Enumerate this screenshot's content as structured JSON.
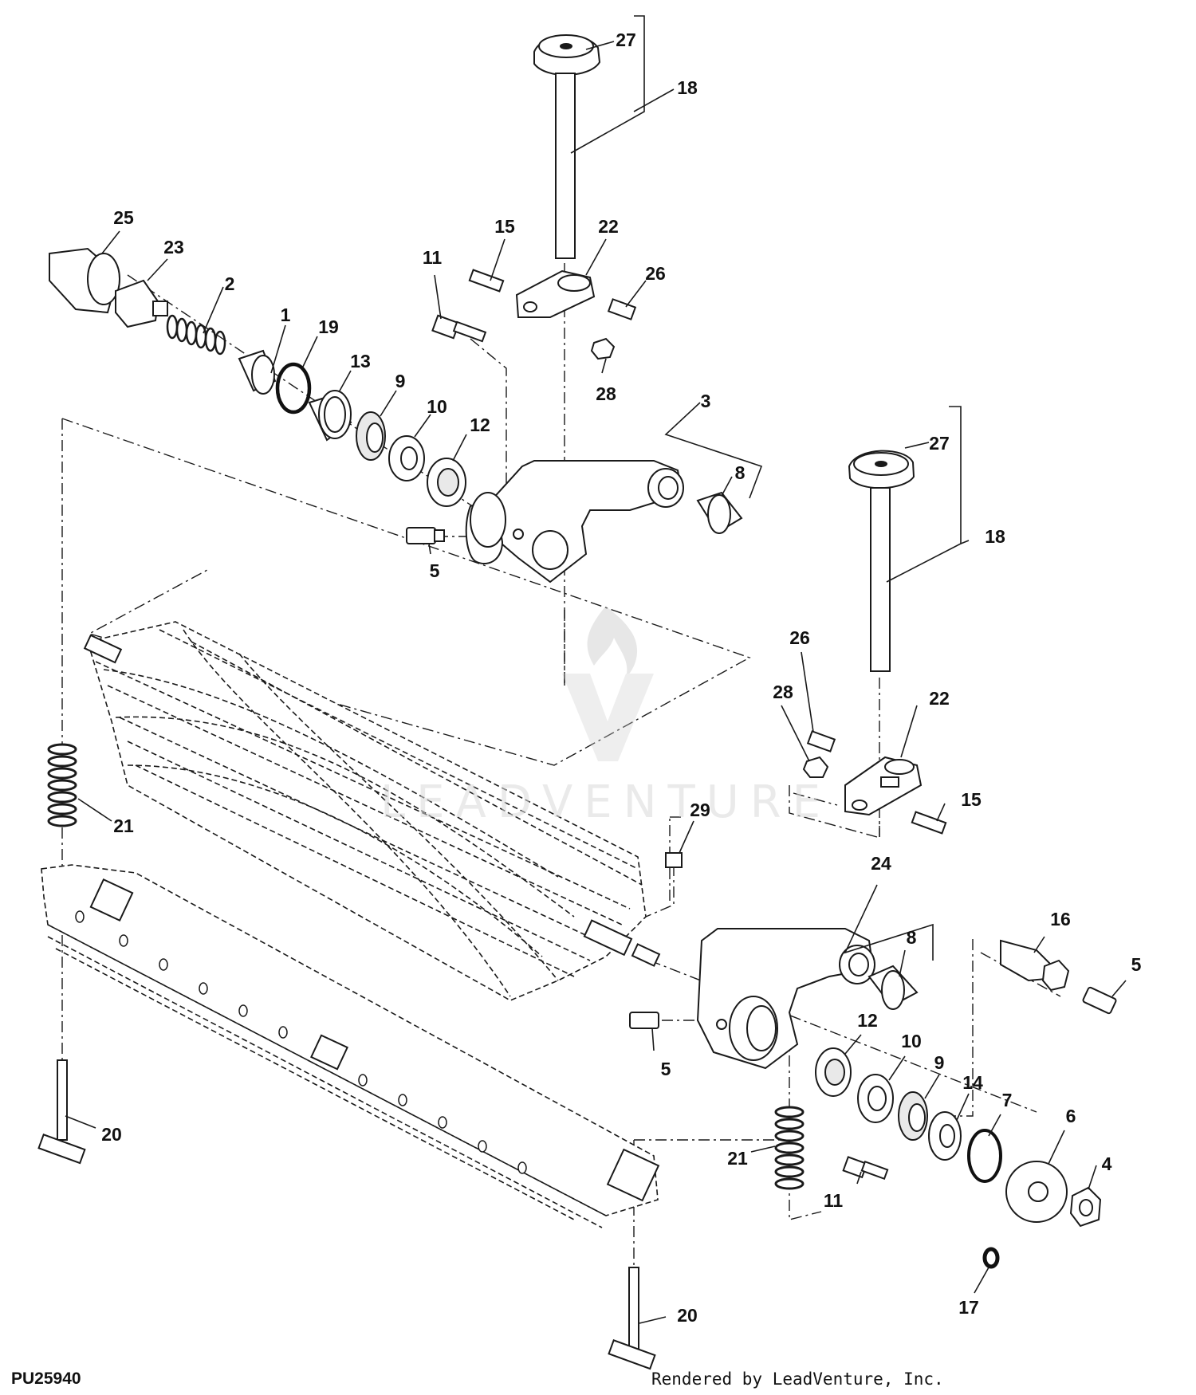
{
  "diagram": {
    "drawing_code": "PU25940",
    "credit": "Rendered by LeadVenture, Inc.",
    "watermark": "LEADVENTURE"
  },
  "callouts": [
    {
      "id": "c27a",
      "text": "27"
    },
    {
      "id": "c18a",
      "text": "18"
    },
    {
      "id": "c25",
      "text": "25"
    },
    {
      "id": "c23",
      "text": "23"
    },
    {
      "id": "c2",
      "text": "2"
    },
    {
      "id": "c15a",
      "text": "15"
    },
    {
      "id": "c22a",
      "text": "22"
    },
    {
      "id": "c11a",
      "text": "11"
    },
    {
      "id": "c26a",
      "text": "26"
    },
    {
      "id": "c1",
      "text": "1"
    },
    {
      "id": "c19",
      "text": "19"
    },
    {
      "id": "c13",
      "text": "13"
    },
    {
      "id": "c28a",
      "text": "28"
    },
    {
      "id": "c9a",
      "text": "9"
    },
    {
      "id": "c10a",
      "text": "10"
    },
    {
      "id": "c3",
      "text": "3"
    },
    {
      "id": "c12a",
      "text": "12"
    },
    {
      "id": "c8a",
      "text": "8"
    },
    {
      "id": "c5a",
      "text": "5"
    },
    {
      "id": "c27b",
      "text": "27"
    },
    {
      "id": "c18b",
      "text": "18"
    },
    {
      "id": "c26b",
      "text": "26"
    },
    {
      "id": "c22b",
      "text": "22"
    },
    {
      "id": "c28b",
      "text": "28"
    },
    {
      "id": "c15b",
      "text": "15"
    },
    {
      "id": "c21a",
      "text": "21"
    },
    {
      "id": "c29",
      "text": "29"
    },
    {
      "id": "c24",
      "text": "24"
    },
    {
      "id": "c16",
      "text": "16"
    },
    {
      "id": "c8b",
      "text": "8"
    },
    {
      "id": "c5b",
      "text": "5"
    },
    {
      "id": "c12b",
      "text": "12"
    },
    {
      "id": "c10b",
      "text": "10"
    },
    {
      "id": "c5c",
      "text": "5"
    },
    {
      "id": "c9b",
      "text": "9"
    },
    {
      "id": "c14",
      "text": "14"
    },
    {
      "id": "c7",
      "text": "7"
    },
    {
      "id": "c6",
      "text": "6"
    },
    {
      "id": "c20a",
      "text": "20"
    },
    {
      "id": "c21b",
      "text": "21"
    },
    {
      "id": "c4",
      "text": "4"
    },
    {
      "id": "c11b",
      "text": "11"
    },
    {
      "id": "c17",
      "text": "17"
    },
    {
      "id": "c20b",
      "text": "20"
    }
  ]
}
